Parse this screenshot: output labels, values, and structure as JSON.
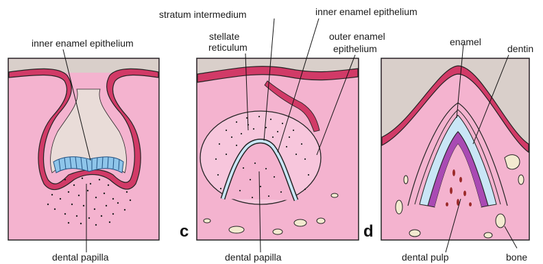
{
  "panels": {
    "b": {
      "letter": "",
      "labels": {
        "inner_enamel_epithelium": "inner enamel epithelium",
        "dental_papilla": "dental papilla"
      }
    },
    "c": {
      "letter": "c",
      "labels": {
        "stratum_intermedium": "stratum intermedium",
        "stellate_reticulum_1": "stellate",
        "stellate_reticulum_2": "reticulum",
        "inner_enamel_epithelium": "inner enamel epithelium",
        "outer_enamel_epithelium_1": "outer enamel",
        "outer_enamel_epithelium_2": "epithelium",
        "dental_papilla": "dental papilla"
      }
    },
    "d": {
      "letter": "d",
      "labels": {
        "enamel": "enamel",
        "dentin": "dentin",
        "dental_pulp": "dental pulp",
        "bone": "bone"
      }
    }
  },
  "colors": {
    "tissue_pink": "#f4b3cf",
    "epithelium_red": "#d13a67",
    "grey_background": "#d9cfca",
    "enamel_blue": "#c9e6f6",
    "dentin_purple": "#a94ab3",
    "bone_cream": "#f3ead0",
    "outline": "#222222"
  }
}
